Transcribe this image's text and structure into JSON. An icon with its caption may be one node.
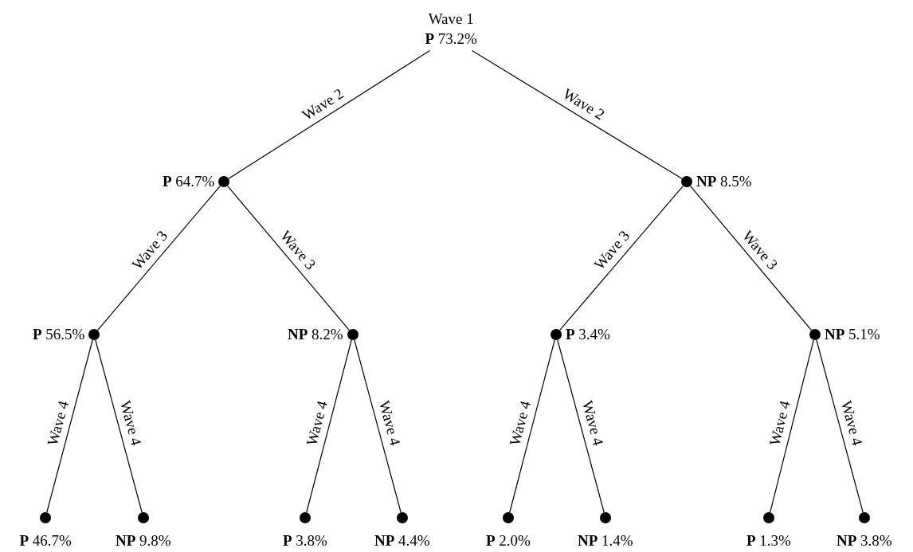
{
  "diagram": {
    "nodes": [
      {
        "text": [
          "Wave 1",
          "**P** 73.2%"
        ]
      },
      {
        "text": [],
        "shape": "circle",
        "beside": [
          "**P** 64.7%"
        ]
      },
      {
        "text": [],
        "shape": "circle",
        "beside": [
          "**NP** 8.5%"
        ]
      },
      {
        "text": [],
        "shape": "circle",
        "beside": [
          "**P** 56.5%"
        ]
      },
      {
        "text": [],
        "shape": "circle",
        "beside": [
          "**NP** 8.2%"
        ]
      },
      {
        "text": [],
        "shape": "circle",
        "beside": [
          "**P** 3.4%"
        ]
      },
      {
        "text": [],
        "shape": "circle",
        "beside": [
          "**NP** 5.1%"
        ]
      },
      {
        "text": [],
        "shape": "circle",
        "beside": [
          "**P** 46.7%"
        ]
      },
      {
        "text": [],
        "shape": "circle",
        "beside": [
          "**NP** 9.8%"
        ]
      },
      {
        "text": [],
        "shape": "circle",
        "beside": [
          "**P** 3.8%"
        ]
      },
      {
        "text": [],
        "shape": "circle",
        "beside": [
          "**NP** 4.4%"
        ]
      },
      {
        "text": [],
        "shape": "circle",
        "beside": [
          "**P** 2.0%"
        ]
      },
      {
        "text": [],
        "shape": "circle",
        "beside": [
          "**NP** 1.4%"
        ]
      },
      {
        "text": [],
        "shape": "circle",
        "beside": [
          "**P** 1.3%"
        ]
      },
      {
        "text": [],
        "shape": "circle",
        "beside": [
          "**NP** 3.8%"
        ]
      }
    ],
    "edges": [
      {
        "from": 0,
        "to": 1,
        "arrow": "none",
        "label": "Wave 2"
      },
      {
        "from": 0,
        "to": 2,
        "arrow": "none",
        "label": "Wave 2"
      },
      {
        "from": 1,
        "to": 3,
        "arrow": "none",
        "label": "Wave 3"
      },
      {
        "from": 1,
        "to": 4,
        "arrow": "none",
        "label": "Wave 3"
      },
      {
        "from": 2,
        "to": 5,
        "arrow": "none",
        "label": "Wave 3"
      },
      {
        "from": 2,
        "to": 6,
        "arrow": "none",
        "label": "Wave 3"
      },
      {
        "from": 3,
        "to": 7,
        "arrow": "none",
        "label": "Wave 4"
      },
      {
        "from": 3,
        "to": 8,
        "arrow": "none",
        "label": "Wave 4"
      },
      {
        "from": 4,
        "to": 9,
        "arrow": "none",
        "label": "Wave 4"
      },
      {
        "from": 4,
        "to": 10,
        "arrow": "none",
        "label": "Wave 4"
      },
      {
        "from": 5,
        "to": 11,
        "arrow": "none",
        "label": "Wave 4"
      },
      {
        "from": 5,
        "to": 12,
        "arrow": "none",
        "label": "Wave 4"
      },
      {
        "from": 6,
        "to": 13,
        "arrow": "none",
        "label": "Wave 4"
      },
      {
        "from": 6,
        "to": 14,
        "arrow": "none",
        "label": "Wave 4"
      }
    ]
  }
}
